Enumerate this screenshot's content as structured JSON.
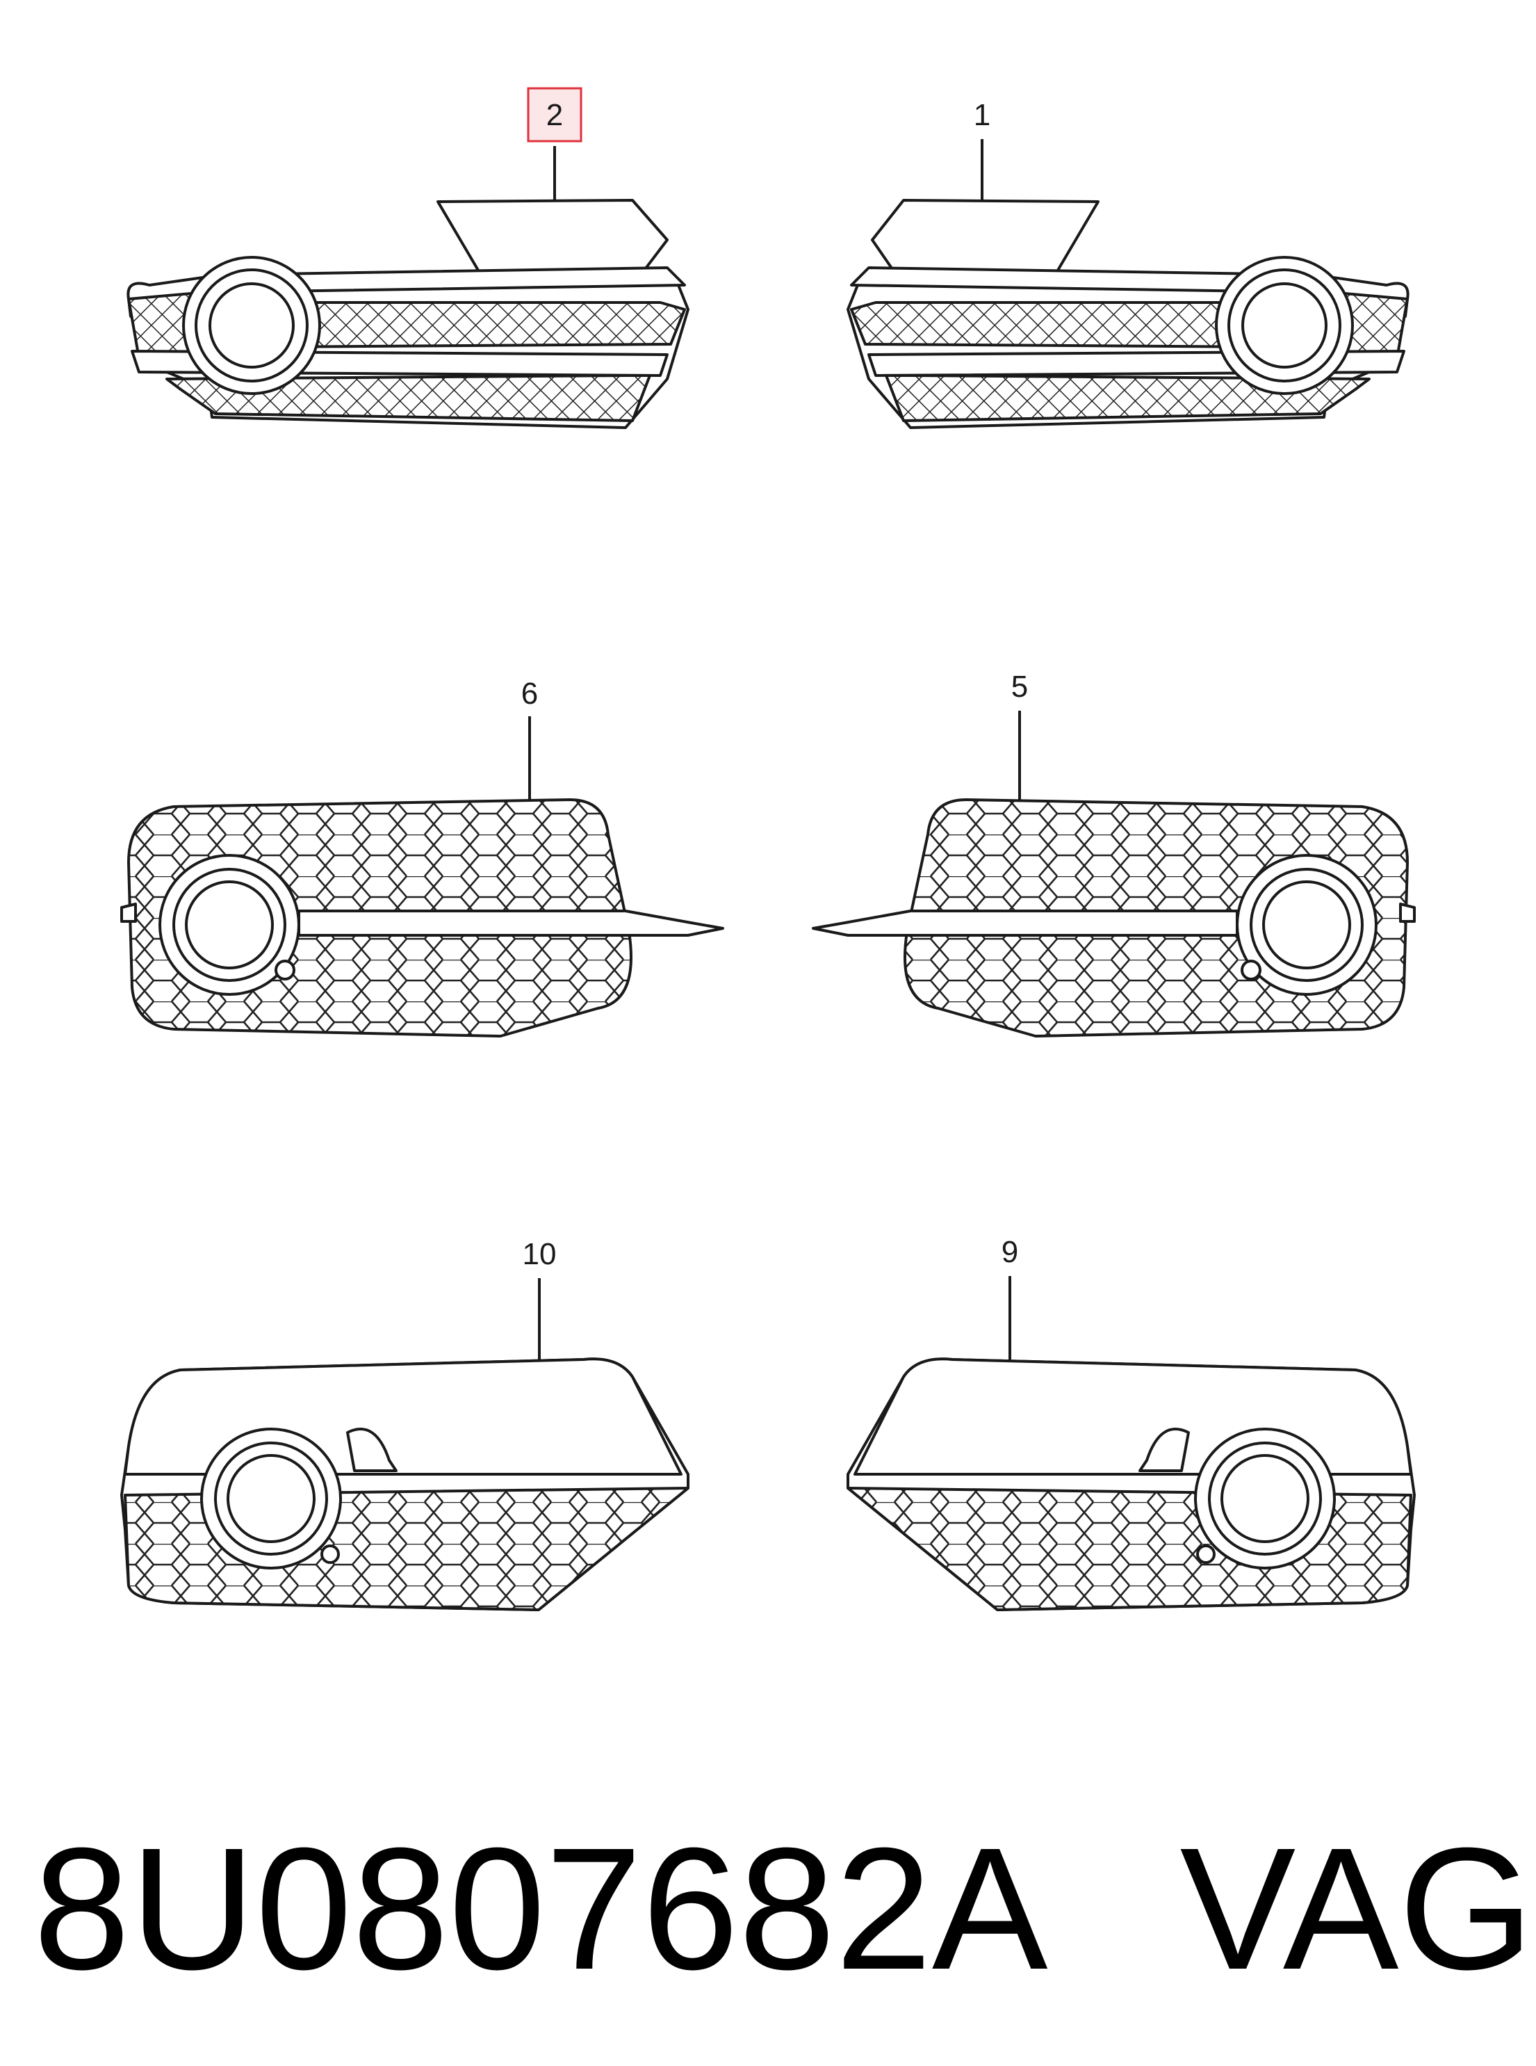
{
  "diagram": {
    "callouts": {
      "c1": "1",
      "c2": "2",
      "c5": "5",
      "c6": "6",
      "c9": "9",
      "c10": "10"
    },
    "highlight_color": "#e0303a",
    "highlight_fill": "#fbe6e8",
    "line_color": "#1a1a1a"
  },
  "footer": {
    "part_number": "8U0807682A",
    "vendor": "VAG"
  }
}
